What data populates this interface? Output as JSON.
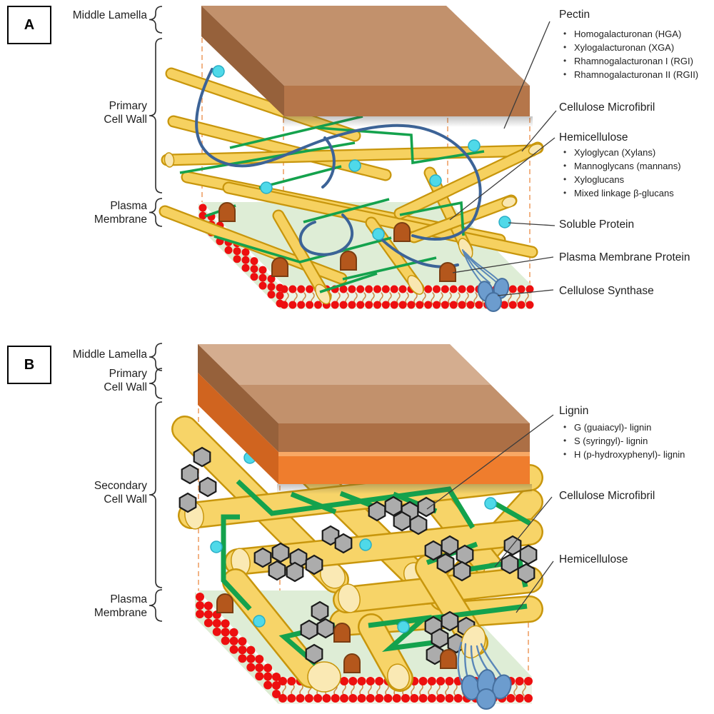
{
  "figure": {
    "panel_a": {
      "tag": "A",
      "left_labels": {
        "middle_lamella": "Middle Lamella",
        "primary_line1": "Primary",
        "primary_line2": "Cell Wall",
        "plasma_line1": "Plasma",
        "plasma_line2": "Membrane"
      },
      "legend": {
        "pectin_title": "Pectin",
        "pectin_items": [
          "Homogalacturonan (HGA)",
          "Xylogalacturonan (XGA)",
          "Rhamnogalacturonan I (RGI)",
          "Rhamnogalacturonan II (RGII)"
        ],
        "cellulose_microfibril": "Cellulose Microfibril",
        "hemicellulose_title": "Hemicellulose",
        "hemicellulose_items": [
          "Xyloglycan (Xylans)",
          "Mannoglycans (mannans)",
          "Xyloglucans",
          "Mixed linkage β-glucans"
        ],
        "soluble_protein": "Soluble Protein",
        "plasma_membrane_protein": "Plasma Membrane Protein",
        "cellulose_synthase": "Cellulose Synthase"
      }
    },
    "panel_b": {
      "tag": "B",
      "left_labels": {
        "middle_lamella": "Middle Lamella",
        "primary_line1": "Primary",
        "primary_line2": "Cell Wall",
        "secondary_line1": "Secondary",
        "secondary_line2": "Cell Wall",
        "plasma_line1": "Plasma",
        "plasma_line2": "Membrane"
      },
      "legend": {
        "lignin_title": "Lignin",
        "lignin_items": [
          "G (guaiacyl)- lignin",
          "S (syringyl)- lignin",
          "H (p-hydroxyphenyl)- lignin"
        ],
        "cellulose_microfibril": "Cellulose Microfibril",
        "hemicellulose": "Hemicellulose"
      }
    },
    "colors": {
      "middle_lamella_brown": "#C2916C",
      "middle_lamella_front": "#B5764A",
      "middle_lamella_side": "#96613B",
      "primary_wall_orange": "#EF7D2D",
      "microfibril_yellow": "#F6D160",
      "microfibril_edge": "#C8960C",
      "microfibril_cap": "#F9E7B1",
      "hemicellulose_green": "#14A24D",
      "pectin_blue": "#3C6397",
      "soluble_protein_cyan": "#4FD9E9",
      "lipid_red": "#ED0F0F",
      "membrane_green": "#DEEDD6",
      "membrane_protein_brown": "#B4571C",
      "cellulose_synthase_blue": "#6C9CCE",
      "lignin_gray": "#ACACAC",
      "dashed_edge": "#EFA670"
    }
  }
}
